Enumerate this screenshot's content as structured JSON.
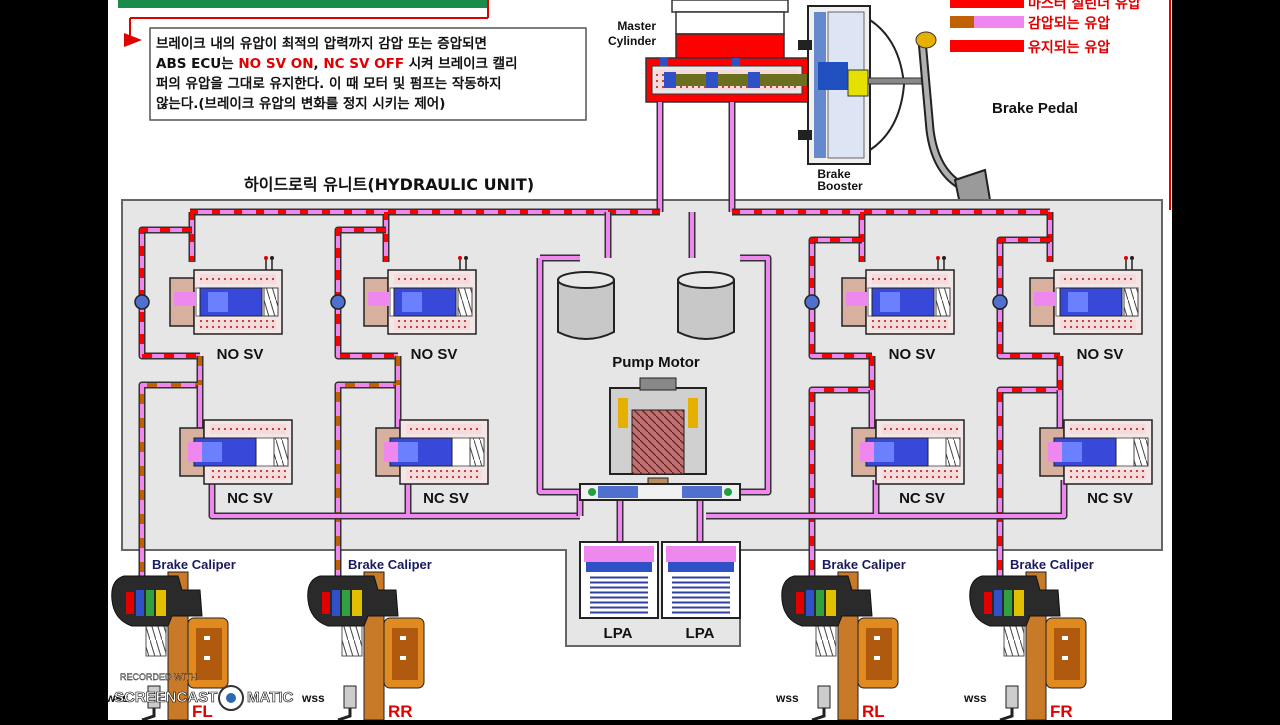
{
  "info_box": {
    "lines": [
      "브레이크 내의 유압이 최적의 압력까지 감압 또는 증압되면",
      "ABS ECU는 NO SV ON, NC SV OFF 시켜 브레이크 캘리",
      "퍼의 유압을 그대로 유지한다. 이 때 모터 및 펌프는 작동하지",
      "않는다.(브레이크 유압의 변화를 정지 시키는 제어)"
    ],
    "line2_parts": [
      "ABS ECU는 ",
      "NO SV ON",
      ", ",
      "NC SV OFF",
      " 시켜 브레이크 캘리"
    ]
  },
  "legend": {
    "items": [
      {
        "label": "마스터 실린더 유압"
      },
      {
        "label": "감압되는 유압"
      },
      {
        "label": "유지되는 유압"
      }
    ]
  },
  "labels": {
    "master_cylinder": [
      "Master",
      "Cylinder"
    ],
    "brake_booster": [
      "Brake",
      "Booster"
    ],
    "brake_pedal": "Brake Pedal",
    "hydraulic_unit": "하이드로릭 유니트(HYDRAULIC UNIT)",
    "pump_motor": "Pump Motor",
    "no_sv": "NO SV",
    "nc_sv": "NC SV",
    "lpa": "LPA",
    "brake_caliper": "Brake Caliper",
    "wss": "wss",
    "wheels": [
      "FL",
      "RR",
      "RL",
      "FR"
    ]
  },
  "watermark": {
    "line1": "RECORDED WITH",
    "brand": "SCREENCAST",
    "brand2": "MATIC"
  },
  "colors": {
    "master": "#ff0000",
    "reduced": "#ee88ee",
    "reduced_alt": "#c06000",
    "hold": "#ff0000",
    "unit_bg": "#e6e6e6",
    "wheel_label": "#e00000"
  }
}
